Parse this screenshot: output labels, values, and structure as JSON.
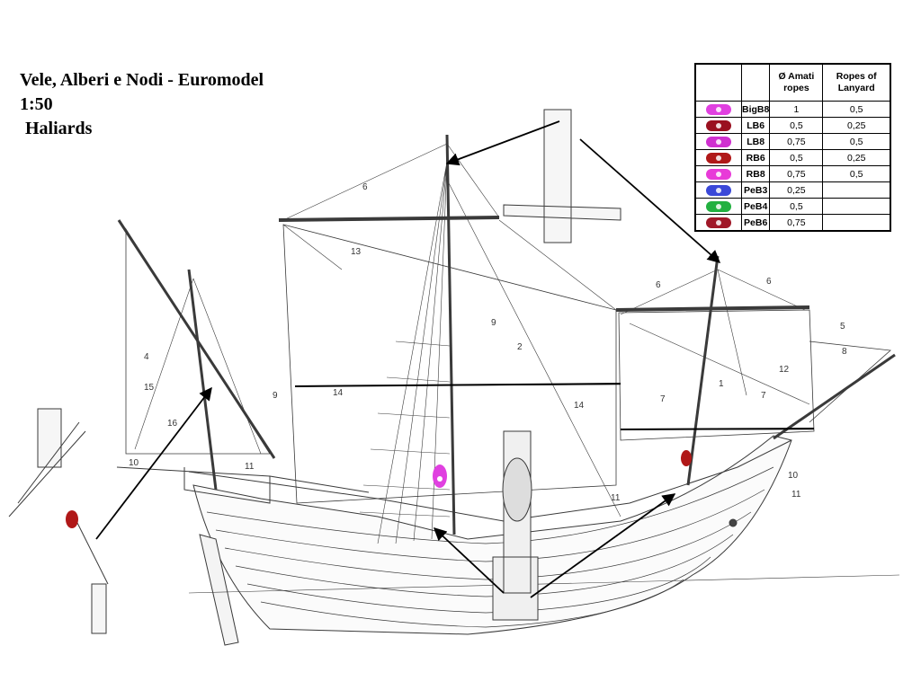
{
  "title": {
    "line1": "Vele, Alberi e Nodi - Euromodel",
    "line2": "1:50",
    "line3": "Haliards"
  },
  "legend": {
    "headers": [
      "",
      "",
      "Ø Amati ropes",
      "Ropes of Lanyard"
    ],
    "rows": [
      {
        "code": "BigB8",
        "amati": "1",
        "lanyard": "0,5",
        "color": "#e040e0",
        "icon": "big-block-icon"
      },
      {
        "code": "LB6",
        "amati": "0,5",
        "lanyard": "0,25",
        "color": "#9a1020",
        "icon": "long-block-icon"
      },
      {
        "code": "LB8",
        "amati": "0,75",
        "lanyard": "0,5",
        "color": "#d030d0",
        "icon": "long-block-icon"
      },
      {
        "code": "RB6",
        "amati": "0,5",
        "lanyard": "0,25",
        "color": "#b01818",
        "icon": "round-block-icon"
      },
      {
        "code": "RB8",
        "amati": "0,75",
        "lanyard": "0,5",
        "color": "#e83ad8",
        "icon": "round-block-icon"
      },
      {
        "code": "PeB3",
        "amati": "0,25",
        "lanyard": "",
        "color": "#3a48d8",
        "icon": "pear-block-icon"
      },
      {
        "code": "PeB4",
        "amati": "0,5",
        "lanyard": "",
        "color": "#22b040",
        "icon": "pear-block-icon"
      },
      {
        "code": "PeB6",
        "amati": "0,75",
        "lanyard": "",
        "color": "#a01828",
        "icon": "pear-block-icon"
      }
    ]
  },
  "diagram_labels": {
    "n1": "1",
    "n2": "2",
    "n4": "4",
    "n5": "5",
    "n6": "6",
    "n7": "7",
    "n8": "8",
    "n9": "9",
    "n10": "10",
    "n11": "11",
    "n12": "12",
    "n13": "13",
    "n14": "14",
    "n15": "15",
    "n16": "16"
  },
  "colors": {
    "ink": "#3a3a3a",
    "block_red": "#b01818",
    "block_magenta": "#e040e0"
  }
}
